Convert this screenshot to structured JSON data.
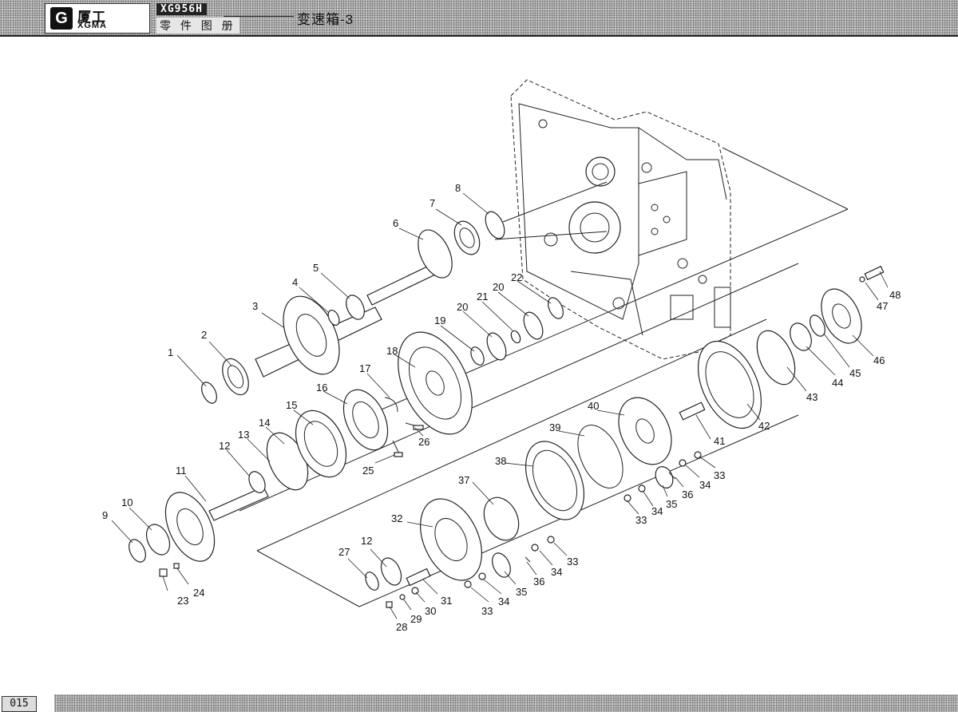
{
  "header": {
    "logo_cn": "厦工",
    "logo_en": "XGMA",
    "model": "XG956H",
    "catalog": "零 件 图 册",
    "section_title": "变速箱-3"
  },
  "footer": {
    "page_number": "015"
  },
  "diagram": {
    "callouts": [
      "1",
      "2",
      "3",
      "4",
      "5",
      "6",
      "7",
      "8",
      "9",
      "10",
      "11",
      "12",
      "13",
      "14",
      "15",
      "16",
      "17",
      "18",
      "19",
      "20",
      "21",
      "22",
      "23",
      "24",
      "25",
      "26",
      "27",
      "28",
      "29",
      "30",
      "31",
      "32",
      "33",
      "34",
      "35",
      "36",
      "37",
      "38",
      "39",
      "40",
      "41",
      "42",
      "43",
      "44",
      "45",
      "46",
      "47",
      "48"
    ]
  }
}
